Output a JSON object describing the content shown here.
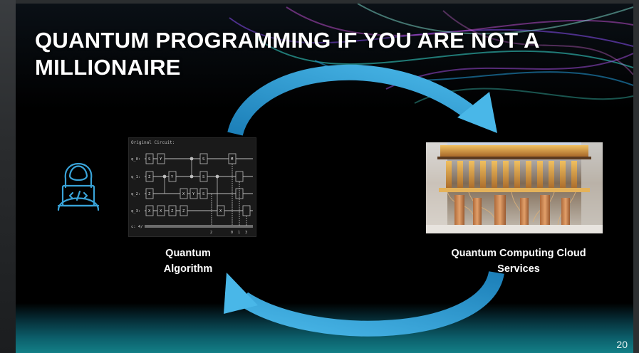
{
  "slide": {
    "title": "QUANTUM PROGRAMMING IF YOU ARE NOT A MILLIONAIRE",
    "page_number": "20"
  },
  "left_item": {
    "label": "Quantum Algorithm",
    "icon": "developer-laptop-icon"
  },
  "right_item": {
    "label": "Quantum Computing Cloud Services"
  },
  "circuit": {
    "header": "Original Circuit:",
    "wires": [
      "q_0:",
      "q_1:",
      "q_2:",
      "q_3:",
      "c: 4/"
    ],
    "measure_indices": [
      "2",
      "0",
      "1",
      "3"
    ]
  },
  "colors": {
    "arrow": "#3aa6d8",
    "accent_teal": "#137f87",
    "icon": "#39a3d8"
  }
}
